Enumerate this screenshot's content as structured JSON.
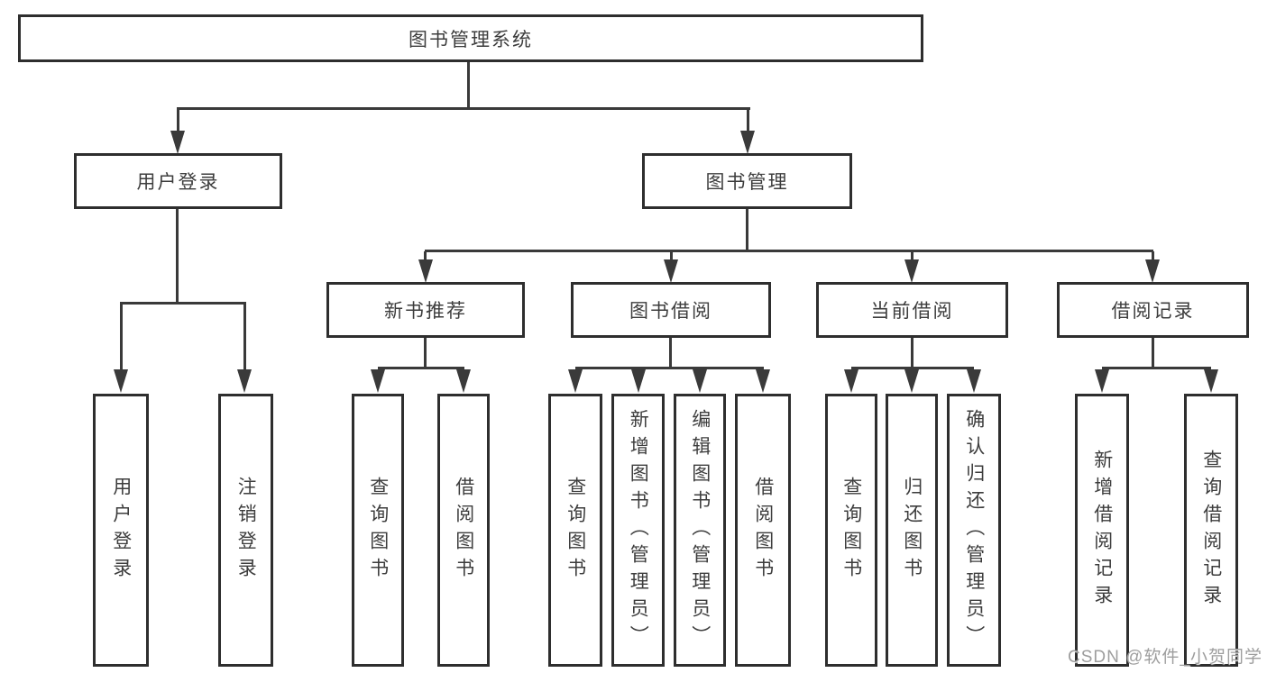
{
  "tree": {
    "root": {
      "label": "图书管理系统",
      "children": [
        {
          "label": "用户登录",
          "children": [
            {
              "label": "用户登录"
            },
            {
              "label": "注销登录"
            }
          ]
        },
        {
          "label": "图书管理",
          "children": [
            {
              "label": "新书推荐",
              "children": [
                {
                  "label": "查询图书"
                },
                {
                  "label": "借阅图书"
                }
              ]
            },
            {
              "label": "图书借阅",
              "children": [
                {
                  "label": "查询图书"
                },
                {
                  "label": "新增图书（管理员）"
                },
                {
                  "label": "编辑图书（管理员）"
                },
                {
                  "label": "借阅图书"
                }
              ]
            },
            {
              "label": "当前借阅",
              "children": [
                {
                  "label": "查询图书"
                },
                {
                  "label": "归还图书"
                },
                {
                  "label": "确认归还（管理员）"
                }
              ]
            },
            {
              "label": "借阅记录",
              "children": [
                {
                  "label": "新增借阅记录"
                },
                {
                  "label": "查询借阅记录"
                }
              ]
            }
          ]
        }
      ]
    }
  },
  "watermark": {
    "text": "CSDN @软件_小贺同学"
  },
  "colors": {
    "line": "#3a3a3a",
    "box_border": "#2e2e2e",
    "text": "#3d3d3d",
    "bg": "#ffffff",
    "watermark": "#9e9e9e"
  }
}
